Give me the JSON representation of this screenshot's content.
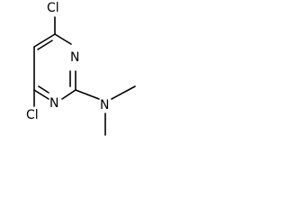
{
  "molecule": {
    "atoms": {
      "cl_top": "Cl",
      "cl_bottom": "Cl",
      "n_ring_top": "N",
      "n_ring_bottom": "N",
      "n_amine": "N"
    }
  },
  "colors": {
    "bond": "#000000",
    "label": "#000000",
    "background": "#ffffff"
  }
}
